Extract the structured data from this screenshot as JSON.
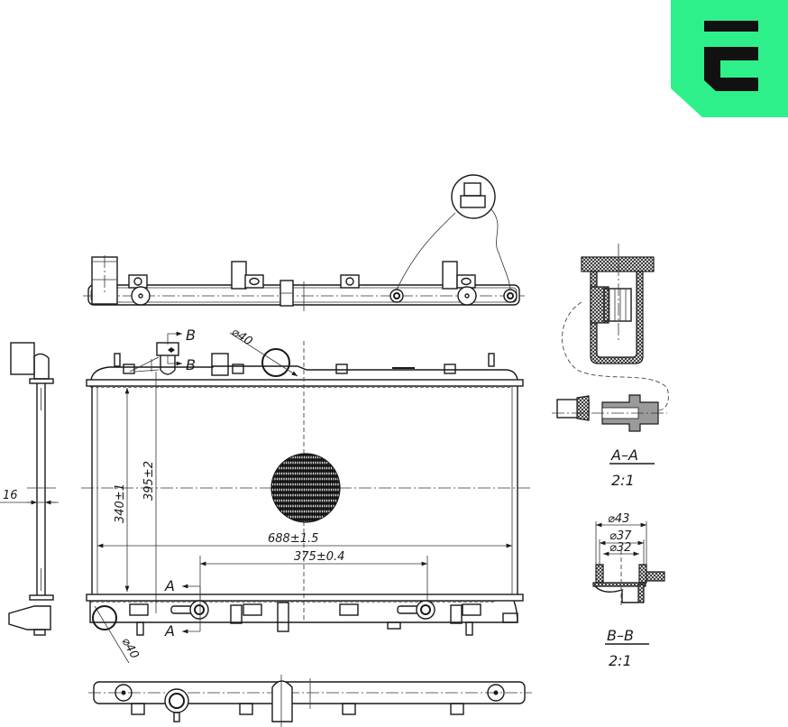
{
  "brand": {
    "logo_icon": "e-letter-logo-icon",
    "logo_bg_color": "#2ef08a",
    "logo_fg_color": "#111111"
  },
  "drawing": {
    "subject": "radiator technical drawing",
    "dimensions": {
      "core_width": "688±1.5",
      "inlet_outlet_spacing": "375±0.4",
      "core_height": "340±1",
      "overall_height": "395±2",
      "thickness": "16",
      "upper_hose_diameter": "⌀40",
      "lower_hose_diameter": "⌀40"
    },
    "section_markers": {
      "b_top": "B",
      "b_bottom": "B",
      "a_top": "A",
      "a_bottom": "A"
    },
    "section_a": {
      "title": "A–A",
      "scale": "2:1"
    },
    "section_b": {
      "title": "B–B",
      "scale": "2:1",
      "d_outer": "⌀43",
      "d_mid": "⌀37",
      "d_inner": "⌀32"
    }
  }
}
